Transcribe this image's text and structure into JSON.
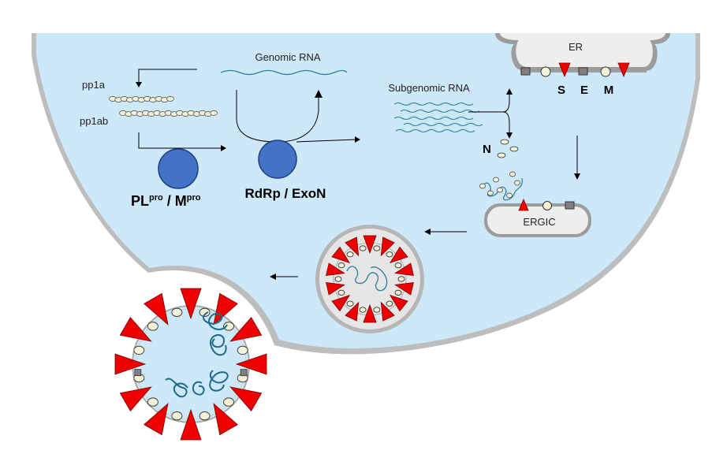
{
  "labels": {
    "genomic_rna": "Genomic RNA",
    "subgenomic_rna": "Subgenomic RNA",
    "pp1a": "pp1a",
    "pp1ab": "pp1ab",
    "er": "ER",
    "ergic": "ERGIC",
    "n_protein": "N",
    "s_protein": "S",
    "e_protein": "E",
    "m_protein": "M",
    "rdrp": "RdRp / ExoN",
    "pl": "PL",
    "pl_sup": "pro",
    "slash": " / M",
    "m_sup": "pro"
  },
  "colors": {
    "cytoplasm": "#cde9f9",
    "membrane": "#8a8a8a",
    "rna": "#2a7f9f",
    "spike": "#ee0000",
    "protease": "#4472c4",
    "envelope_particle": "#f3f2d8",
    "e_protein_box": "#808080"
  }
}
